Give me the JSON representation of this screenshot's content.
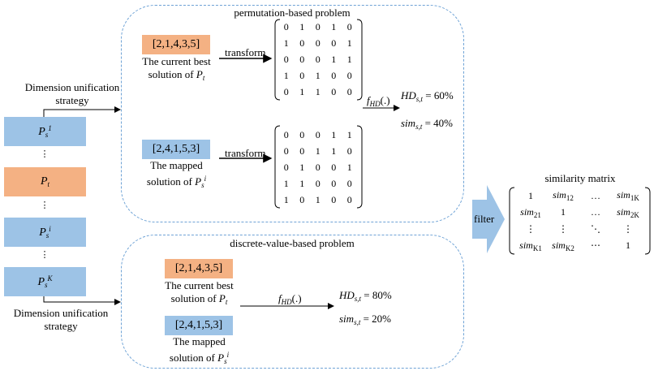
{
  "left_column": {
    "strategy_top": [
      "Dimension unification",
      "strategy"
    ],
    "strategy_bottom": [
      "Dimension unification",
      "strategy"
    ],
    "boxes": [
      {
        "label": "P",
        "sub": "s",
        "sup": "1",
        "color": "#9dc3e6"
      },
      {
        "label": "P",
        "sub": "t",
        "sup": "",
        "color": "#f4b183"
      },
      {
        "label": "P",
        "sub": "s",
        "sup": "i",
        "color": "#9dc3e6"
      },
      {
        "label": "P",
        "sub": "s",
        "sup": "K",
        "color": "#9dc3e6"
      }
    ],
    "ellipsis": "⋮"
  },
  "permutation_panel": {
    "title": "permutation-based problem",
    "best_label": "[2,1,4,3,5]",
    "best_caption": [
      "The current best",
      "solution of "
    ],
    "best_var": {
      "label": "P",
      "sub": "t"
    },
    "mapped_label": "[2,4,1,5,3]",
    "mapped_caption": [
      "The mapped",
      "solution of "
    ],
    "mapped_var": {
      "label": "P",
      "sub": "s",
      "sup": "i"
    },
    "transform": "transform",
    "matrix_top": [
      [
        0,
        1,
        0,
        1,
        0
      ],
      [
        1,
        0,
        0,
        0,
        1
      ],
      [
        0,
        0,
        0,
        1,
        1
      ],
      [
        1,
        0,
        1,
        0,
        0
      ],
      [
        0,
        1,
        1,
        0,
        0
      ]
    ],
    "matrix_bottom": [
      [
        0,
        0,
        0,
        1,
        1
      ],
      [
        0,
        0,
        1,
        1,
        0
      ],
      [
        0,
        1,
        0,
        0,
        1
      ],
      [
        1,
        1,
        0,
        0,
        0
      ],
      [
        1,
        0,
        1,
        0,
        0
      ]
    ],
    "f_label": "f",
    "f_sub": "HD",
    "f_arg": "(.)",
    "hd": {
      "name": "HD",
      "sub": "s,t",
      "value": "= 60%"
    },
    "sim": {
      "name": "sim",
      "sub": "s,t",
      "value": "= 40%"
    }
  },
  "discrete_panel": {
    "title": "discrete-value-based problem",
    "best_label": "[2,1,4,3,5]",
    "best_caption": [
      "The current best",
      "solution of "
    ],
    "best_var": {
      "label": "P",
      "sub": "t"
    },
    "mapped_label": "[2,4,1,5,3]",
    "mapped_caption": [
      "The mapped",
      "solution of "
    ],
    "mapped_var": {
      "label": "P",
      "sub": "s",
      "sup": "i"
    },
    "f_label": "f",
    "f_sub": "HD",
    "f_arg": "(.)",
    "hd": {
      "name": "HD",
      "sub": "s,t",
      "value": "= 80%"
    },
    "sim": {
      "name": "sim",
      "sub": "s,t",
      "value": "= 20%"
    }
  },
  "filter": {
    "label": "filter",
    "color": "#9dc3e6"
  },
  "similarity_matrix": {
    "title": "similarity matrix",
    "rows": [
      [
        {
          "t": "1"
        },
        {
          "t": "sim",
          "s": "12"
        },
        {
          "t": "…"
        },
        {
          "t": "sim",
          "s": "1K"
        }
      ],
      [
        {
          "t": "sim",
          "s": "21"
        },
        {
          "t": "1"
        },
        {
          "t": "…"
        },
        {
          "t": "sim",
          "s": "2K"
        }
      ],
      [
        {
          "t": "⋮"
        },
        {
          "t": "⋮"
        },
        {
          "t": "⋱"
        },
        {
          "t": "⋮"
        }
      ],
      [
        {
          "t": "sim",
          "s": "K1"
        },
        {
          "t": "sim",
          "s": "K2"
        },
        {
          "t": "⋯"
        },
        {
          "t": "1"
        }
      ]
    ]
  }
}
